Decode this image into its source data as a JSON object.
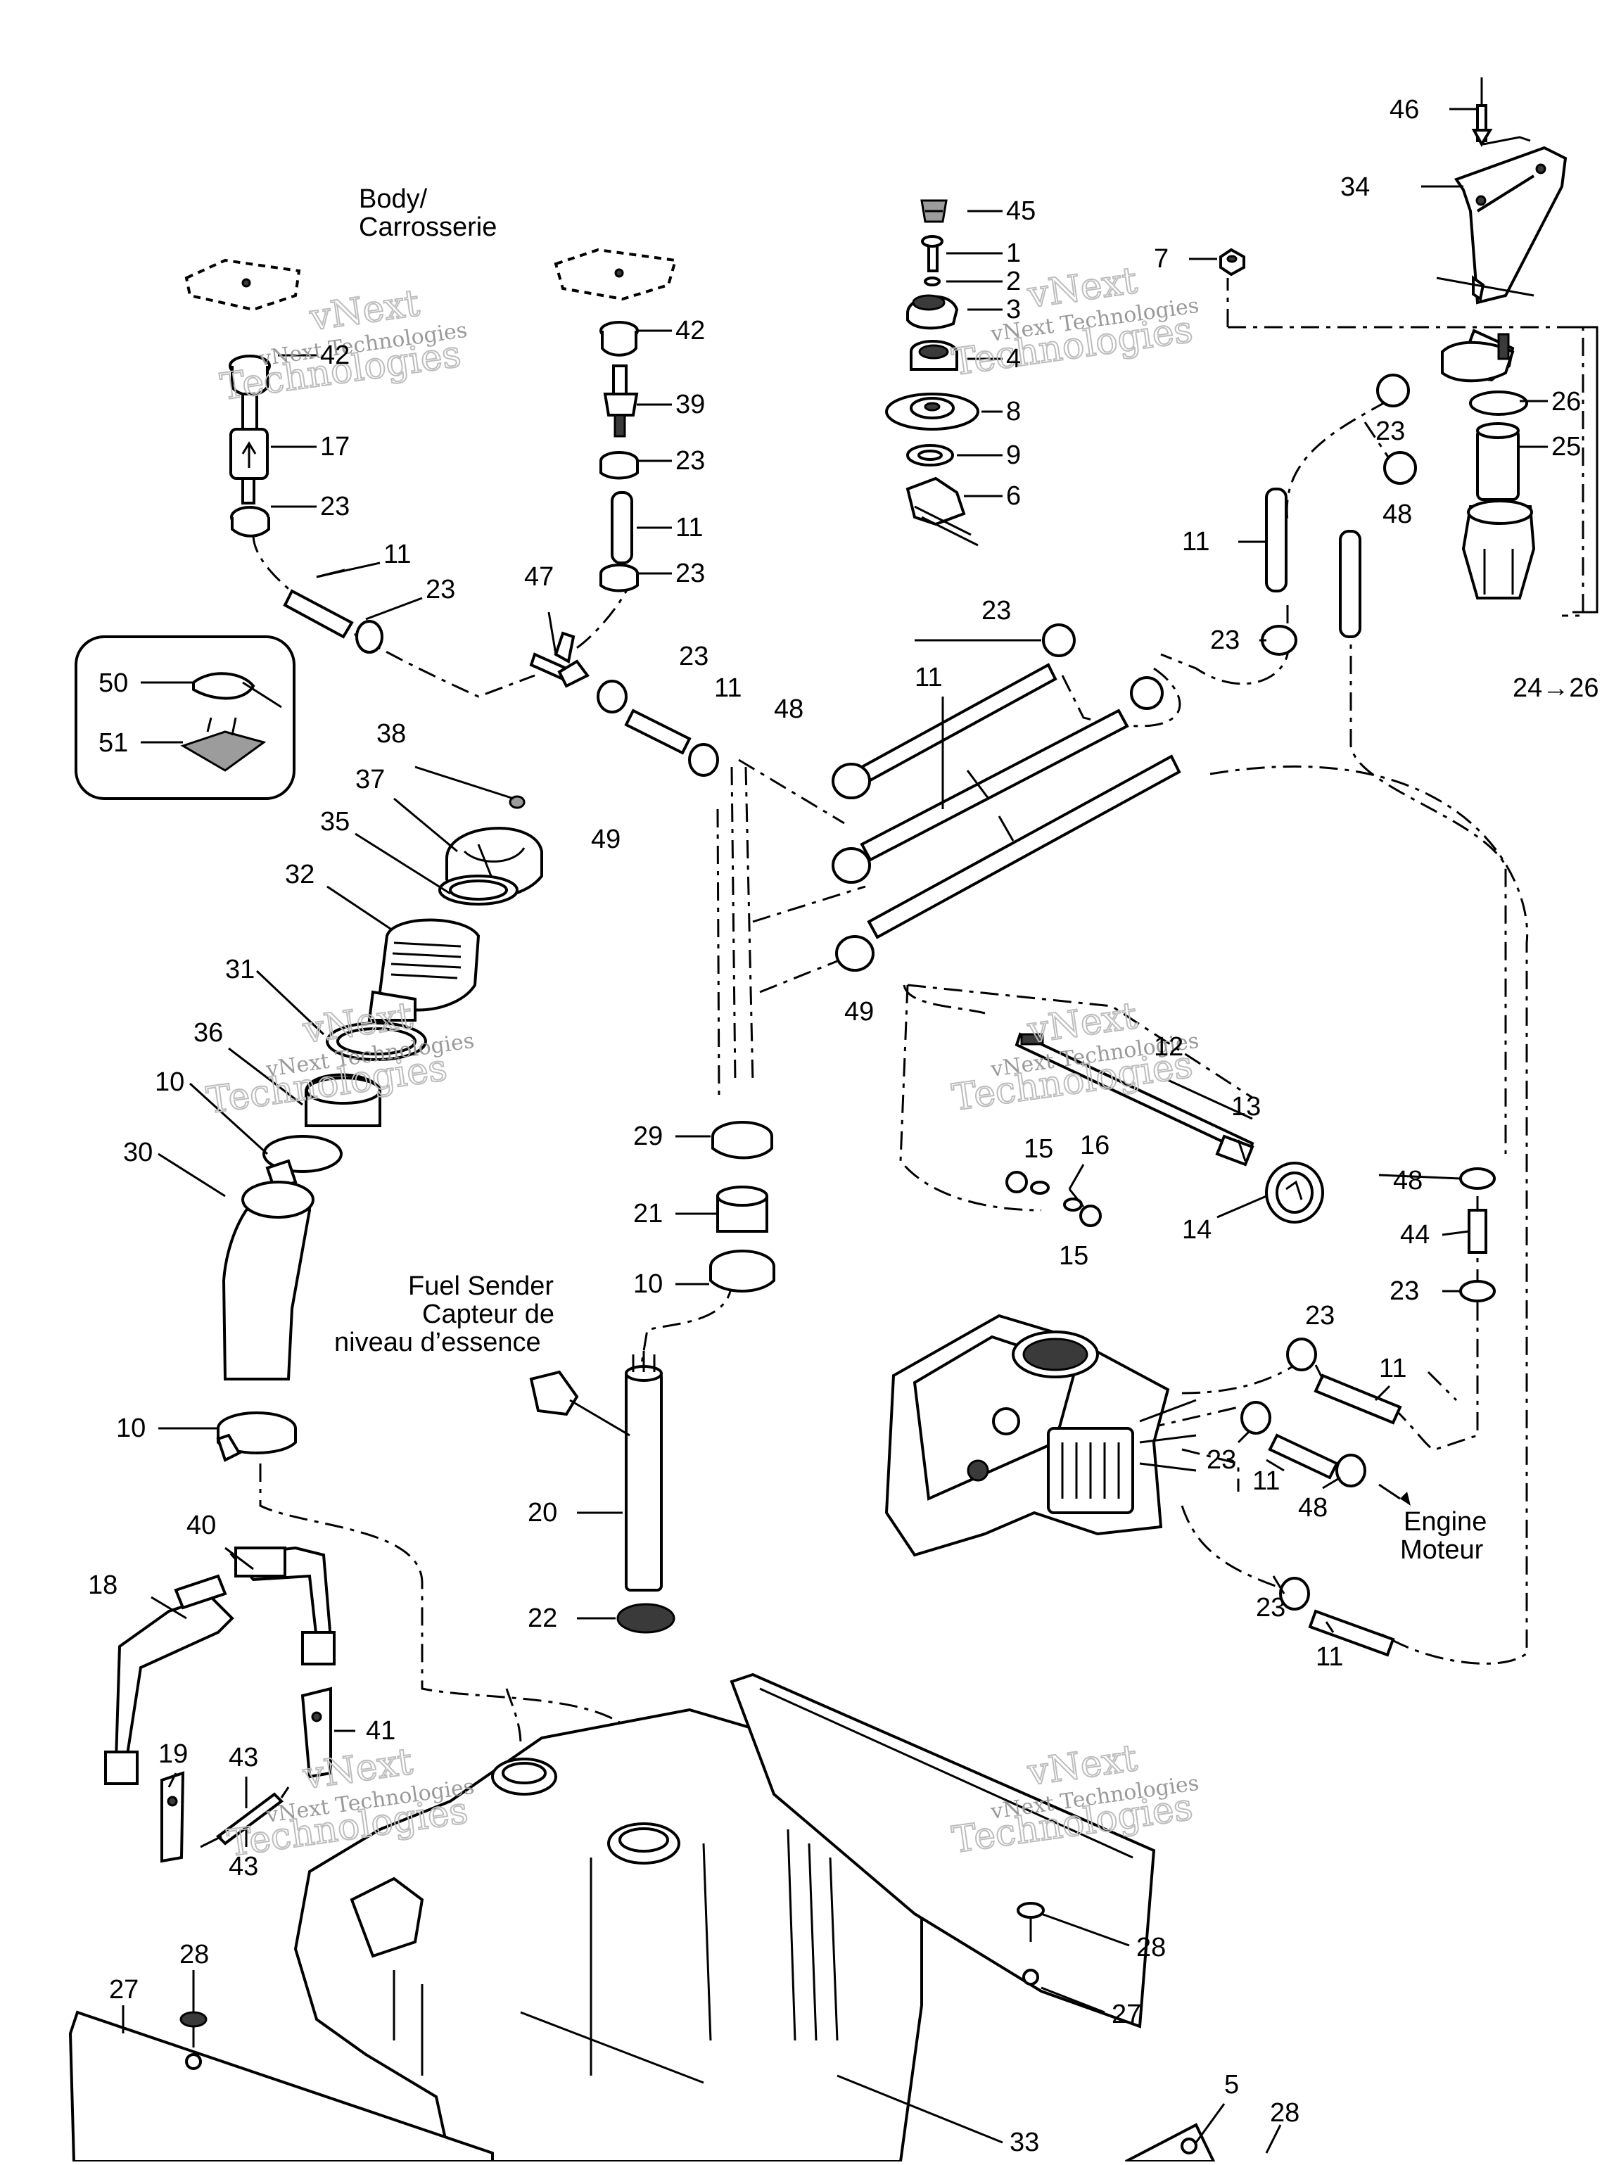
{
  "labels": {
    "body": "Body/",
    "carrosserie": "Carrosserie",
    "fuel_sender": "Fuel Sender",
    "capteur_de": "Capteur de",
    "niveau": "niveau d’essence",
    "engine": "Engine",
    "moteur": "Moteur",
    "range": "24→26"
  },
  "watermark": {
    "line1": "vNext Technologies",
    "line2": "Technologies",
    "brand": "vNext"
  },
  "callouts": [
    {
      "id": "c46",
      "text": "46"
    },
    {
      "id": "c34",
      "text": "34"
    },
    {
      "id": "c45",
      "text": "45"
    },
    {
      "id": "c1",
      "text": "1"
    },
    {
      "id": "c2",
      "text": "2"
    },
    {
      "id": "c3",
      "text": "3"
    },
    {
      "id": "c7",
      "text": "7"
    },
    {
      "id": "c4",
      "text": "4"
    },
    {
      "id": "c8",
      "text": "8"
    },
    {
      "id": "c9",
      "text": "9"
    },
    {
      "id": "c6",
      "text": "6"
    },
    {
      "id": "c26",
      "text": "26"
    },
    {
      "id": "c25",
      "text": "25"
    },
    {
      "id": "c23a",
      "text": "23"
    },
    {
      "id": "c48a",
      "text": "48"
    },
    {
      "id": "c11a",
      "text": "11"
    },
    {
      "id": "c23b",
      "text": "23"
    },
    {
      "id": "c23c",
      "text": "23"
    },
    {
      "id": "c42a",
      "text": "42"
    },
    {
      "id": "c42b",
      "text": "42"
    },
    {
      "id": "c39",
      "text": "39"
    },
    {
      "id": "c17",
      "text": "17"
    },
    {
      "id": "c23d",
      "text": "23"
    },
    {
      "id": "c23e",
      "text": "23"
    },
    {
      "id": "c11b",
      "text": "11"
    },
    {
      "id": "c23f",
      "text": "23"
    },
    {
      "id": "c11c",
      "text": "11"
    },
    {
      "id": "c23g",
      "text": "23"
    },
    {
      "id": "c47",
      "text": "47"
    },
    {
      "id": "c23h",
      "text": "23"
    },
    {
      "id": "c11d",
      "text": "11"
    },
    {
      "id": "c48b",
      "text": "48"
    },
    {
      "id": "c11e",
      "text": "11"
    },
    {
      "id": "c50",
      "text": "50"
    },
    {
      "id": "c51",
      "text": "51"
    },
    {
      "id": "c38",
      "text": "38"
    },
    {
      "id": "c37",
      "text": "37"
    },
    {
      "id": "c35",
      "text": "35"
    },
    {
      "id": "c32",
      "text": "32"
    },
    {
      "id": "c49a",
      "text": "49"
    },
    {
      "id": "c31",
      "text": "31"
    },
    {
      "id": "c36",
      "text": "36"
    },
    {
      "id": "c10a",
      "text": "10"
    },
    {
      "id": "c30",
      "text": "30"
    },
    {
      "id": "c49b",
      "text": "49"
    },
    {
      "id": "c12",
      "text": "12"
    },
    {
      "id": "c13",
      "text": "13"
    },
    {
      "id": "c15a",
      "text": "15"
    },
    {
      "id": "c16",
      "text": "16"
    },
    {
      "id": "c14",
      "text": "14"
    },
    {
      "id": "c15b",
      "text": "15"
    },
    {
      "id": "c29",
      "text": "29"
    },
    {
      "id": "c21",
      "text": "21"
    },
    {
      "id": "c10b",
      "text": "10"
    },
    {
      "id": "c48c",
      "text": "48"
    },
    {
      "id": "c44",
      "text": "44"
    },
    {
      "id": "c23i",
      "text": "23"
    },
    {
      "id": "c23j",
      "text": "23"
    },
    {
      "id": "c11f",
      "text": "11"
    },
    {
      "id": "c23k",
      "text": "23"
    },
    {
      "id": "c11g",
      "text": "11"
    },
    {
      "id": "c48d",
      "text": "48"
    },
    {
      "id": "c10c",
      "text": "10"
    },
    {
      "id": "c20",
      "text": "20"
    },
    {
      "id": "c22",
      "text": "22"
    },
    {
      "id": "c40",
      "text": "40"
    },
    {
      "id": "c18",
      "text": "18"
    },
    {
      "id": "c41",
      "text": "41"
    },
    {
      "id": "c19",
      "text": "19"
    },
    {
      "id": "c43a",
      "text": "43"
    },
    {
      "id": "c43b",
      "text": "43"
    },
    {
      "id": "c23l",
      "text": "23"
    },
    {
      "id": "c11h",
      "text": "11"
    },
    {
      "id": "c28a",
      "text": "28"
    },
    {
      "id": "c28b",
      "text": "28"
    },
    {
      "id": "c27a",
      "text": "27"
    },
    {
      "id": "c27b",
      "text": "27"
    },
    {
      "id": "c33",
      "text": "33"
    },
    {
      "id": "c5",
      "text": "5"
    },
    {
      "id": "c28c",
      "text": "28"
    }
  ]
}
